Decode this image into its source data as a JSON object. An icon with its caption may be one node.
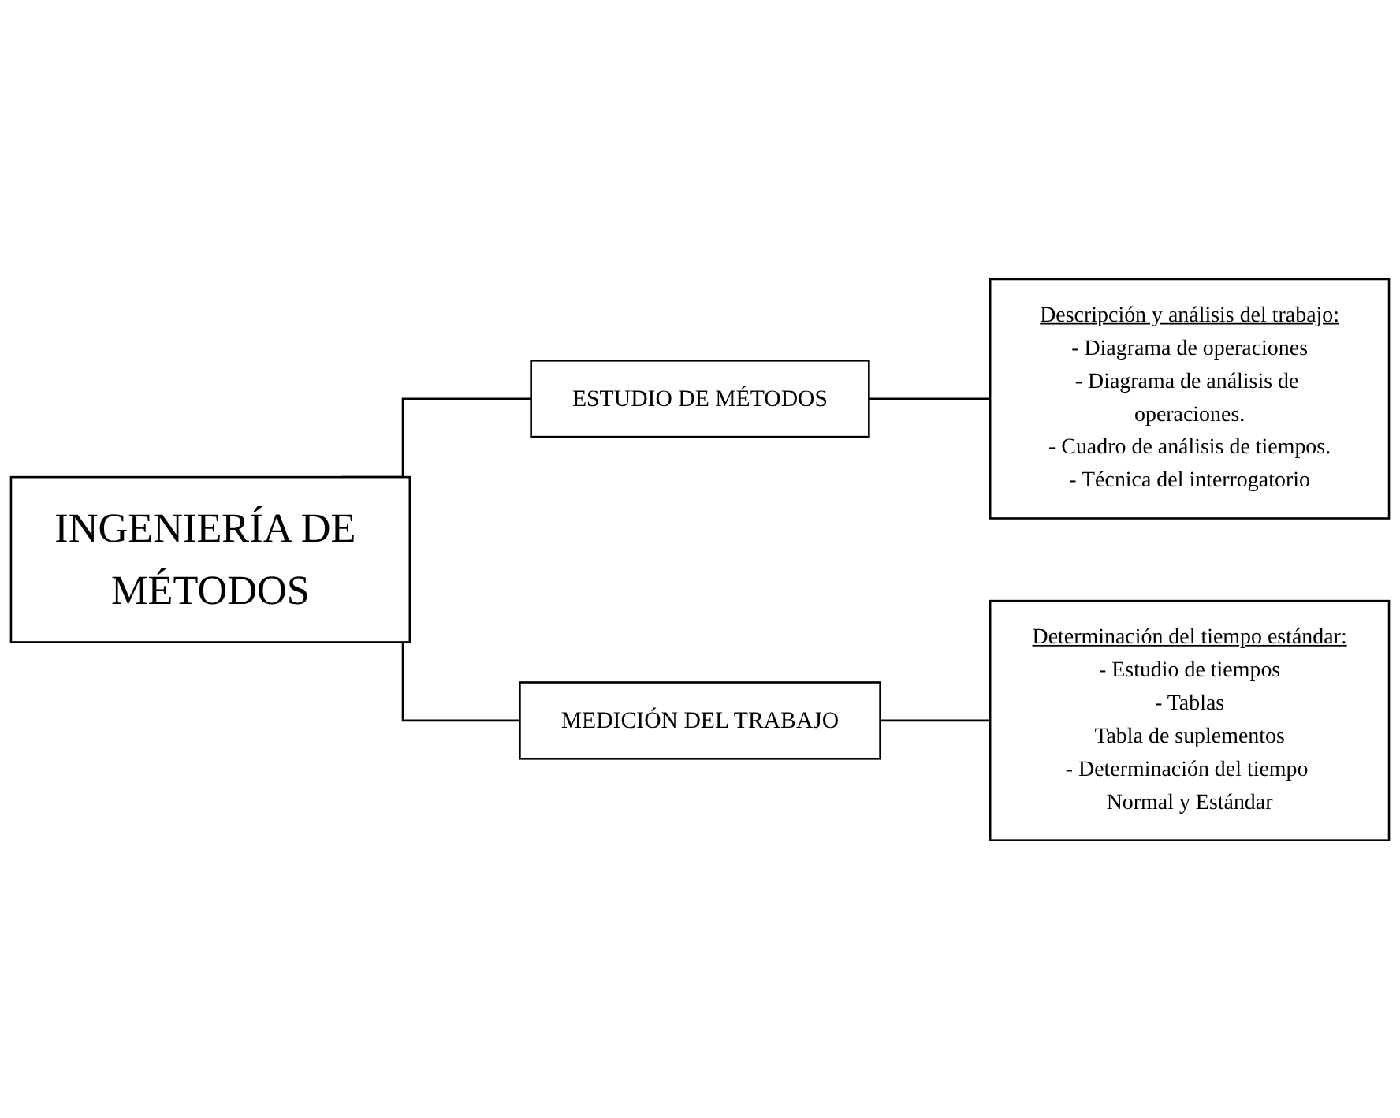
{
  "diagram": {
    "nodes": [
      {
        "text": [
          "INGENIERÍA DE MÉTODOS"
        ]
      },
      {
        "text": [
          "ESTUDIO DE MÉTODOS"
        ]
      },
      {
        "text": [
          "MEDICIÓN DEL TRABAJO"
        ]
      },
      {
        "text": [
          "Descripción y análisis del trabajo:",
          "- Diagrama de operaciones",
          "- Diagrama de análisis de operaciones.",
          "- Cuadro de análisis de tiempos.",
          "- Técnica del interrogatorio"
        ]
      },
      {
        "text": [
          "Determinación del tiempo estándar:",
          "- Estudio de tiempos",
          "- Tablas",
          "Tabla de suplementos",
          "- Determinación del tiempo Normal y Estándar"
        ]
      }
    ],
    "edges": [
      {
        "from": 0,
        "to": 1,
        "arrow": "none"
      },
      {
        "from": 0,
        "to": 2,
        "arrow": "none"
      },
      {
        "from": 1,
        "to": 3,
        "arrow": "none"
      },
      {
        "from": 2,
        "to": 4,
        "arrow": "none"
      }
    ]
  }
}
